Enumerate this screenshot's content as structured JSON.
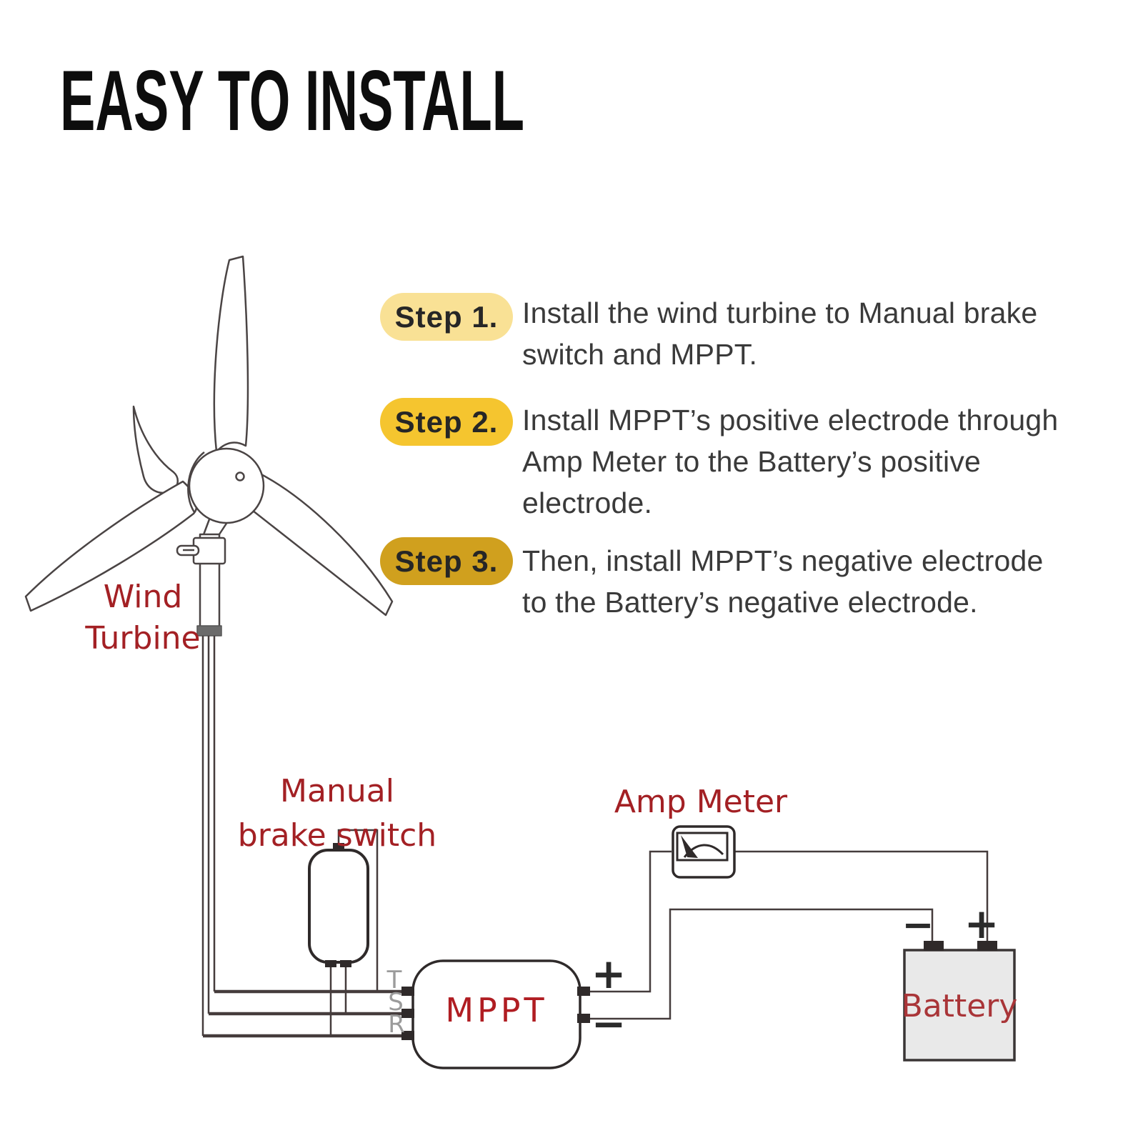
{
  "title": "EASY TO INSTALL",
  "steps": [
    {
      "label": "Step 1.",
      "badge_color": "#F9E195",
      "text_lines": [
        "Install the wind turbine to Manual brake",
        "switch and MPPT.",
        ""
      ]
    },
    {
      "label": "Step 2.",
      "badge_color": "#F5C52F",
      "text_lines": [
        "Install MPPT’s positive electrode through",
        "Amp Meter to the Battery’s positive",
        "electrode."
      ]
    },
    {
      "label": "Step 3.",
      "badge_color": "#D0A01E",
      "text_lines": [
        "Then, install MPPT’s negative electrode",
        "to the Battery’s negative electrode.",
        ""
      ]
    }
  ],
  "diagram": {
    "labels": {
      "wind_turbine": [
        "Wind",
        "Turbine"
      ],
      "manual_brake_switch": [
        "Manual",
        "brake switch"
      ],
      "amp_meter": "Amp Meter",
      "mppt": "MPPT",
      "battery": "Battery"
    },
    "terminals": {
      "t": "T",
      "s": "S",
      "r": "R",
      "mppt_plus": "+",
      "mppt_minus": "−",
      "battery_plus": "+",
      "battery_minus": "−"
    },
    "colors": {
      "label_red": "#A32024",
      "mppt_red": "#B01D22",
      "battery_red": "#A93538",
      "wire": "#453C3C",
      "outline": "#4A4444",
      "box_outline": "#2f2a2a",
      "battery_fill": "#E9E9E9",
      "tsr_gray": "#9B9B9B",
      "badge1": "#F9E195",
      "badge2": "#F5C52F",
      "badge3": "#D0A01E",
      "pole_cap_gray": "#6B6B6B"
    }
  }
}
